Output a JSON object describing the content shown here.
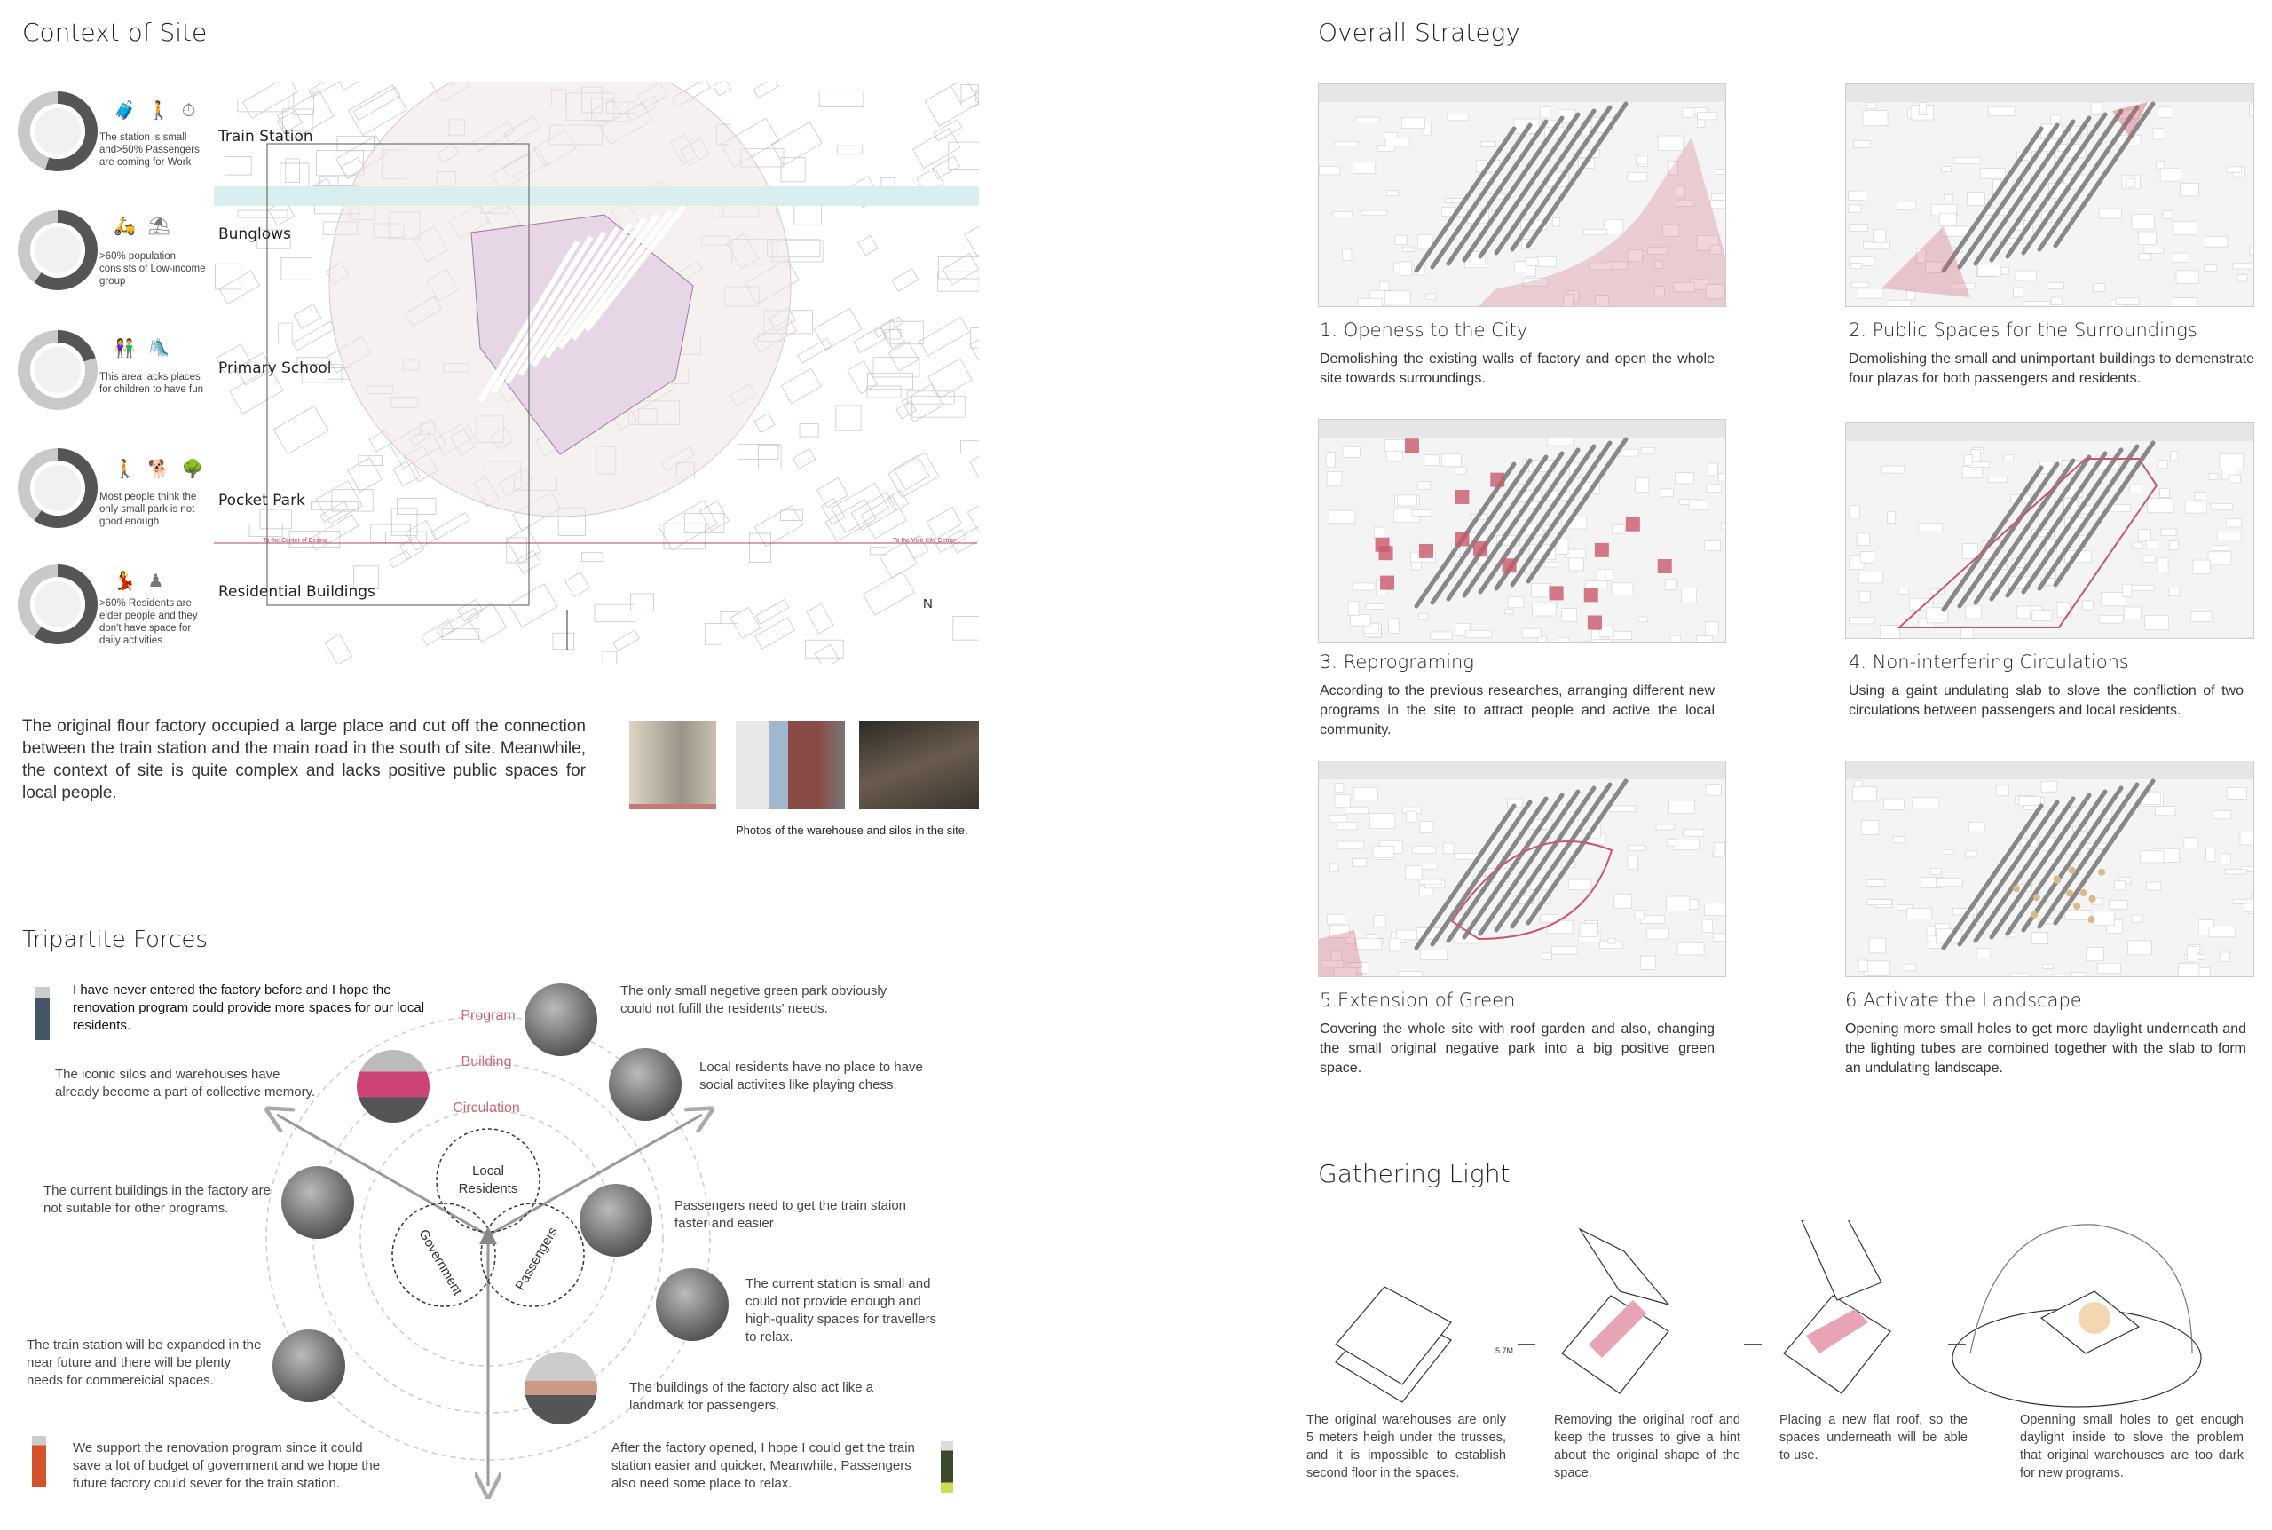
{
  "context": {
    "title": "Context of Site",
    "stats": [
      {
        "text": "The station is small and>50% Passengers are coming for Work",
        "fraction": 0.55,
        "icons": "🧳 🚶 ⏱"
      },
      {
        "text": ">60% population consists of Low-income group",
        "fraction": 0.6,
        "icons": "🛵 ⛱"
      },
      {
        "text": "This area lacks places for children to have fun",
        "fraction": 0.2,
        "icons": "👫 🛝"
      },
      {
        "text": "Most people think the only small park  is not good enough",
        "fraction": 0.6,
        "icons": "🚶 🐕 🌳"
      },
      {
        "text": ">60% Residents are elder people and they don't have space for daily activities",
        "fraction": 0.6,
        "icons": "💃 ♟"
      }
    ],
    "map_labels": [
      "Train Station",
      "Bunglows",
      "Primary School",
      "Pocket Park",
      "Residential Buildings"
    ],
    "road_left": "To the Center of Beijing",
    "road_right": "To the Vice City Center",
    "north": "N",
    "description": "The original flour factory occupied a large place and cut off the connection between the train station and the main road in the south of site. Meanwhile, the context of site is quite complex and lacks positive public spaces for local people.",
    "photo_caption": "Photos of the warehouse and silos in the site."
  },
  "tripartite": {
    "title": "Tripartite Forces",
    "rings": [
      "Program",
      "Building",
      "Circulation"
    ],
    "center": {
      "local": "Local Residents",
      "government": "Government",
      "passengers": "Passengers"
    },
    "quote_local": "I have never entered the factory before and I hope the renovation program could provide more spaces for our local residents.",
    "quote_government": "We support the renovation program since it could save a lot of budget of government and we hope the future factory could sever for the train station.",
    "quote_passengers": "After the factory opened, I hope I could get the train station easier and quicker, Meanwhile, Passengers also need some place to relax.",
    "notes": [
      "The iconic silos and warehouses have already become a part of collective memory.",
      "The current buildings in the factory are not suitable for other programs.",
      "The train station will be expanded in the near future and there will be plenty needs for commereicial spaces.",
      "The only small negetive green park  obviously could not fufill the residents' needs.",
      "Local residents have no place to have social activites like playing chess.",
      "Passengers need to get the train staion faster and easier",
      "The current station is small and could not provide enough and high-quality spaces for travellers to relax.",
      "The buildings of the factory also act like a landmark for passengers."
    ]
  },
  "strategy": {
    "title": "Overall Strategy",
    "items": [
      {
        "title": "1. Openess to the City",
        "text": "Demolishing the existing walls of factory and open the whole site towards surroundings."
      },
      {
        "title": "2. Public Spaces for the Surroundings",
        "text": "Demolishing the small and unimportant buildings to demenstrate four plazas for both passengers and residents."
      },
      {
        "title": "3. Reprograming",
        "text": "According to the previous researches, arranging different new programs in the site to attract people and active the local community."
      },
      {
        "title": "4. Non-interfering Circulations",
        "text": "Using a gaint undulating slab to slove the confliction of two circulations between passengers and local residents."
      },
      {
        "title": "5.Extension of Green",
        "text": "Covering the whole site with roof garden and also, changing the small original negative park into a big positive green space."
      },
      {
        "title": "6.Activate the Landscape",
        "text": "Opening more small holes to get more daylight underneath and the lighting tubes are combined together with the slab to form an undulating landscape."
      }
    ],
    "accent": "#c9576a"
  },
  "gathering": {
    "title": "Gathering Light",
    "height_label": "5.7M",
    "steps": [
      "The original warehouses are only 5 meters heigh under the trusses, and it is impossible to establish second floor in the spaces.",
      "Removing the original roof and keep the trusses to give a hint about the original shape of the space.",
      "Placing a new flat roof, so the spaces underneath will be able to use.",
      "Openning small holes to get enough daylight inside to slove the problem that original warehouses are too dark for new programs."
    ]
  }
}
